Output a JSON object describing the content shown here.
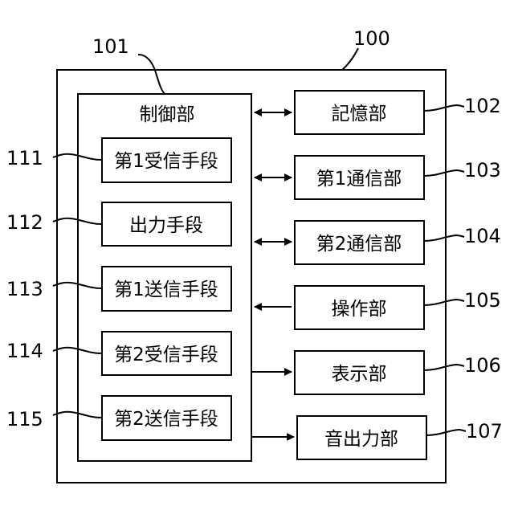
{
  "diagram": {
    "system": {
      "ref": "100"
    },
    "controller": {
      "ref": "101",
      "label": "制御部",
      "means": [
        {
          "ref": "111",
          "label": "第1受信手段"
        },
        {
          "ref": "112",
          "label": "出力手段"
        },
        {
          "ref": "113",
          "label": "第1送信手段"
        },
        {
          "ref": "114",
          "label": "第2受信手段"
        },
        {
          "ref": "115",
          "label": "第2送信手段"
        }
      ]
    },
    "units": [
      {
        "ref": "102",
        "label": "記憶部",
        "link": "bidirectional"
      },
      {
        "ref": "103",
        "label": "第1通信部",
        "link": "bidirectional"
      },
      {
        "ref": "104",
        "label": "第2通信部",
        "link": "bidirectional"
      },
      {
        "ref": "105",
        "label": "操作部",
        "link": "to-controller"
      },
      {
        "ref": "106",
        "label": "表示部",
        "link": "from-controller"
      },
      {
        "ref": "107",
        "label": "音出力部",
        "link": "from-controller"
      }
    ]
  }
}
